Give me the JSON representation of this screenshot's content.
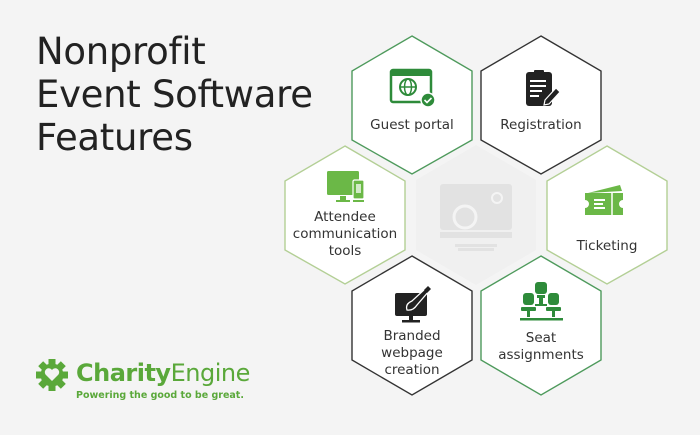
{
  "title": {
    "lines": [
      "Nonprofit",
      "Event Software",
      "Features"
    ]
  },
  "colors": {
    "background": "#f4f4f4",
    "green_dark": "#2e8b3a",
    "green_light": "#6bb847",
    "hex_border_green": "#5a9a60",
    "hex_border_lightgreen": "#a9c98a",
    "hex_border_dark": "#333333",
    "text": "#222222"
  },
  "features": [
    {
      "label": "Guest portal",
      "icon": "web-portal-check-icon",
      "border": "green"
    },
    {
      "label": "Registration",
      "icon": "document-pen-icon",
      "border": "dark"
    },
    {
      "label": "Attendee communication tools",
      "label_lines": [
        "Attendee",
        "communication",
        "tools"
      ],
      "icon": "devices-icon",
      "border": "lightgreen"
    },
    {
      "label": "Ticketing",
      "icon": "ticket-icon",
      "border": "lightgreen"
    },
    {
      "label": "Branded webpage creation",
      "label_lines": [
        "Branded",
        "webpage",
        "creation"
      ],
      "icon": "monitor-brush-icon",
      "border": "dark"
    },
    {
      "label": "Seat assignments",
      "label_lines": [
        "Seat",
        "assignments"
      ],
      "icon": "seats-icon",
      "border": "green"
    }
  ],
  "center_icon": "monitor-gear-icon",
  "logo": {
    "name_bold": "Charity",
    "name_regular": "Engine",
    "tagline": "Powering the good to be great."
  }
}
